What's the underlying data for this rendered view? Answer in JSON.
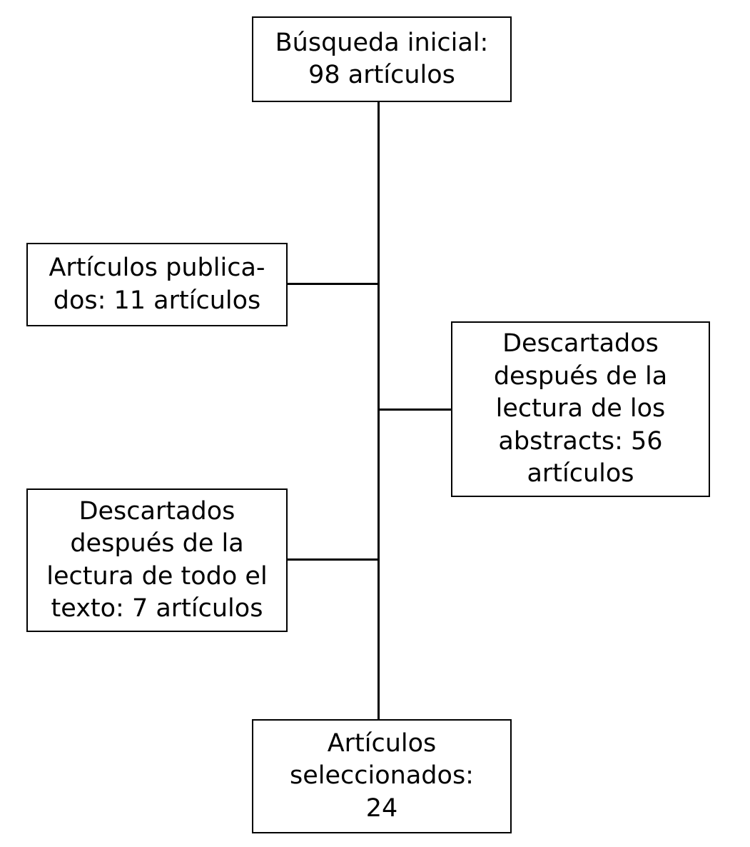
{
  "diagram": {
    "type": "flowchart",
    "language": "es",
    "colors": {
      "background": "#ffffff",
      "box_border": "#000000",
      "box_fill": "#ffffff",
      "text": "#000000",
      "connector": "#000000"
    },
    "boxes": {
      "initial_search": {
        "text": "Búsqueda inicial:\n98 artículos",
        "count": 98
      },
      "published": {
        "text": "Artículos publica-\ndos: 11 artículos",
        "count": 11
      },
      "discarded_abstracts": {
        "text": "Descartados\ndespués de la\nlectura de los\nabstracts: 56\nartículos",
        "count": 56
      },
      "discarded_full_text": {
        "text": "Descartados\ndespués de la\nlectura de todo el\ntexto: 7 artículos",
        "count": 7
      },
      "selected": {
        "text": "Artículos\nseleccionados:\n24",
        "count": 24
      }
    }
  }
}
